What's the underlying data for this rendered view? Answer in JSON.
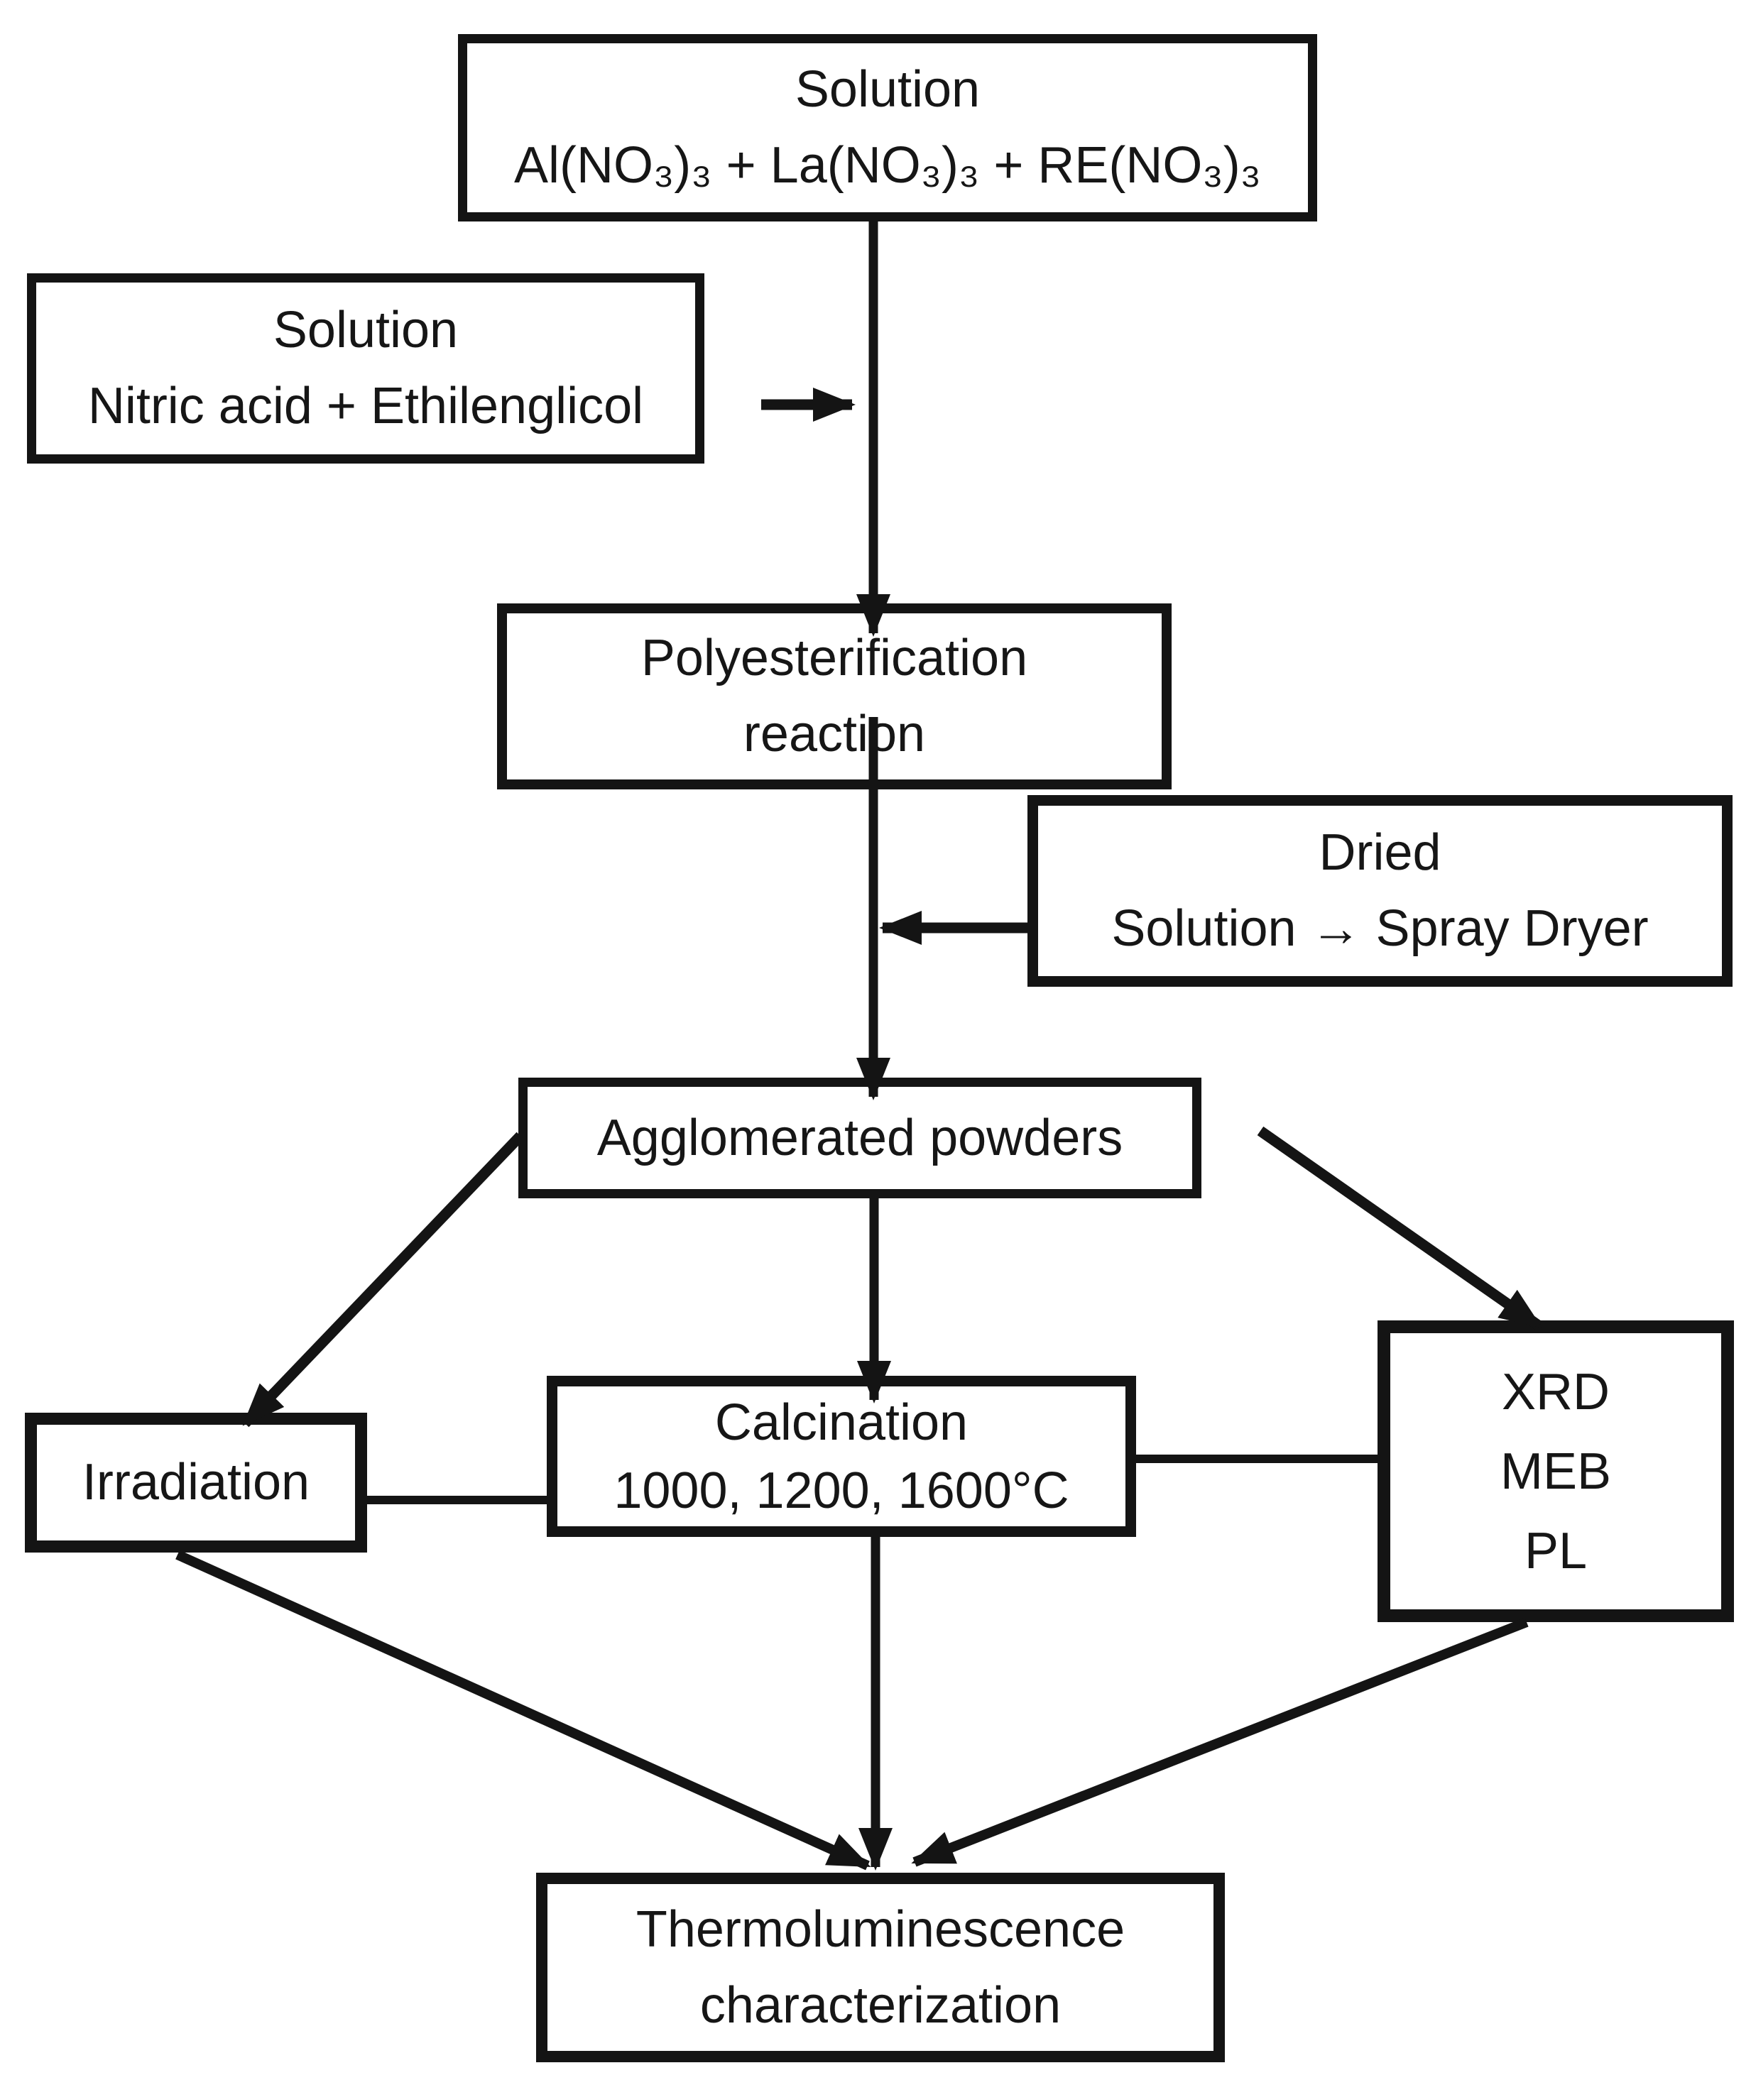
{
  "diagram": {
    "background_color": "#ffffff",
    "line_color": "#141414",
    "text_color": "#161616",
    "nodes": {
      "solution_nitrates": {
        "lines": [
          "Solution",
          "Al(NO₃)₃ + La(NO₃)₃ + RE(NO₃)₃"
        ]
      },
      "solution_nitric": {
        "lines": [
          "Solution",
          "Nitric acid + Ethilenglicol"
        ]
      },
      "polyesterification": {
        "lines": [
          "Polyesterification",
          "reaction"
        ]
      },
      "dried": {
        "lines": [
          "Dried",
          "Solution → Spray Dryer"
        ]
      },
      "agglomerated": {
        "lines": [
          "Agglomerated powders"
        ]
      },
      "irradiation": {
        "lines": [
          "Irradiation"
        ]
      },
      "calcination": {
        "lines": [
          "Calcination",
          "1000, 1200, 1600°C"
        ]
      },
      "analysis": {
        "lines": [
          "XRD",
          "MEB",
          "PL"
        ]
      },
      "thermoluminescence": {
        "lines": [
          "Thermoluminescence",
          "characterization"
        ]
      }
    },
    "edges": [
      {
        "from": "solution-nitrates",
        "to": "polyesterification-reaction",
        "arrowhead": true
      },
      {
        "from": "solution-nitric-acid-ethilenglicol",
        "to": "main-flow-line",
        "arrowhead": true
      },
      {
        "from": "polyesterification-reaction",
        "to": "agglomerated-powders",
        "arrowhead": true
      },
      {
        "from": "dried-spray-dryer",
        "to": "main-flow-line",
        "arrowhead": true
      },
      {
        "from": "agglomerated-powders",
        "to": "calcination",
        "arrowhead": true
      },
      {
        "from": "agglomerated-powders",
        "to": "irradiation",
        "arrowhead": true
      },
      {
        "from": "agglomerated-powders",
        "to": "xrd-meb-pl",
        "arrowhead": true
      },
      {
        "from": "irradiation",
        "to": "calcination",
        "arrowhead": false
      },
      {
        "from": "calcination",
        "to": "xrd-meb-pl",
        "arrowhead": false
      },
      {
        "from": "irradiation",
        "to": "thermoluminescence-characterization",
        "arrowhead": true
      },
      {
        "from": "calcination",
        "to": "thermoluminescence-characterization",
        "arrowhead": true
      },
      {
        "from": "xrd-meb-pl",
        "to": "thermoluminescence-characterization",
        "arrowhead": true
      }
    ]
  }
}
